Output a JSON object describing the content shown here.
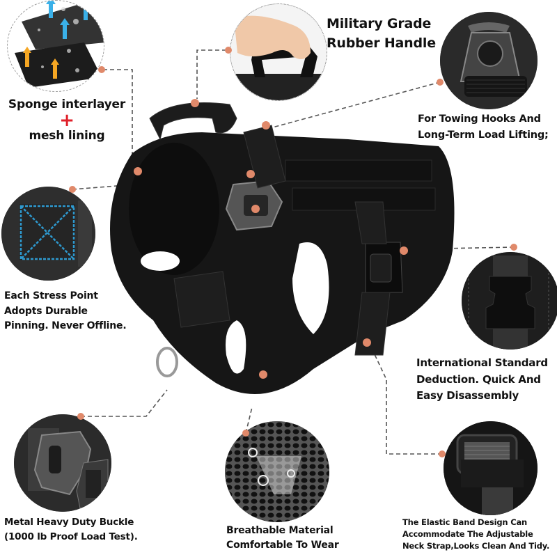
{
  "colors": {
    "accent_dot": "#e0896a",
    "plus_red": "#e0202a",
    "text": "#111111",
    "product_black": "#141414",
    "stitch_blue": "#2e9ad0",
    "arrow_blue": "#3ab0e8",
    "arrow_orange": "#f5a623"
  },
  "product": {
    "name": "tactical-dog-harness",
    "color": "black"
  },
  "callouts": {
    "sponge": {
      "line1": "Sponge interlayer",
      "plus": "+",
      "line2": "mesh lining",
      "image": "sponge-mesh-layers-icon"
    },
    "handle": {
      "line1": "Military Grade",
      "line2": "Rubber Handle",
      "image": "hand-holding-handle-icon"
    },
    "towing": {
      "line1": "For Towing Hooks And",
      "line2": "Long-Term Load Lifting;",
      "image": "triangle-tow-ring-icon"
    },
    "stress": {
      "line1": "Each Stress Point",
      "line2": "Adopts Durable",
      "line3": "Pinning. Never Offline.",
      "image": "box-x-stitch-icon"
    },
    "deduction": {
      "line1": "International Standard",
      "line2": "Deduction. Quick And",
      "line3": "Easy Disassembly",
      "image": "side-release-buckle-icon"
    },
    "metal_buckle": {
      "line1": "Metal Heavy Duty Buckle",
      "line2": "(1000 lb Proof Load Test).",
      "image": "cobra-metal-buckle-icon"
    },
    "breathable": {
      "line1": "Breathable Material",
      "line2": "Comfortable To Wear",
      "image": "mesh-fabric-water-icon"
    },
    "elastic": {
      "line1": "The Elastic Band Design Can",
      "line2": "Accommodate The Adjustable",
      "line3": "Neck Strap,Looks Clean And Tidy.",
      "image": "elastic-strap-keeper-icon"
    }
  }
}
